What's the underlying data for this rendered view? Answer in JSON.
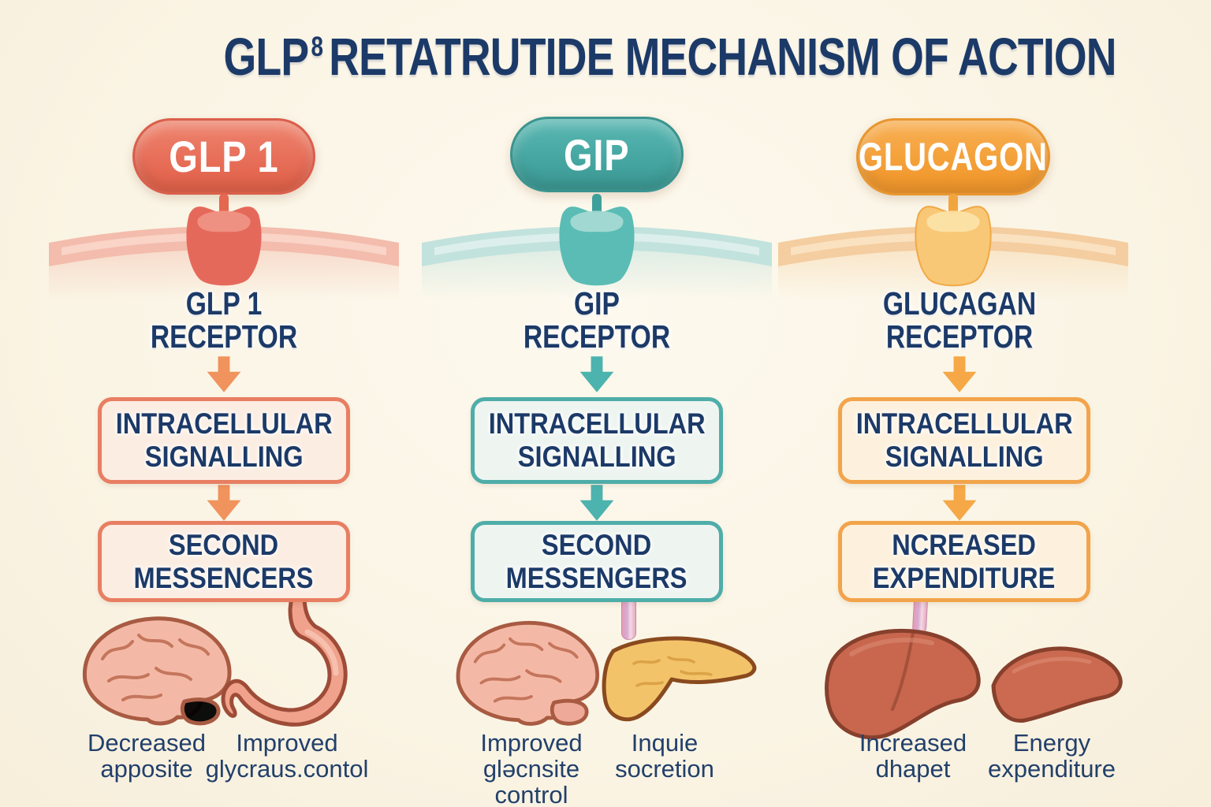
{
  "title": {
    "pre": "GLP",
    "sup": "8",
    "post": "RETATRUTIDE MECHANISM OF ACTION"
  },
  "colors": {
    "background": "#FBF5E7",
    "text_navy": "#1C3A68",
    "glp1_accent": "#E8705A",
    "gip_accent": "#4AACA8",
    "glucagon_accent": "#F5A33C"
  },
  "columns": [
    {
      "id": "glp1",
      "pill_label": "GLP 1",
      "receptor_lines": [
        "GLP 1",
        "RECEPTOR"
      ],
      "signalling_lines": [
        "INTRACELLULAR",
        "SIGNALLING"
      ],
      "output_lines": [
        "SECOND",
        "MESSENCERS"
      ],
      "organs": [
        "brain-icon",
        "stomach-icon"
      ],
      "outcomes": [
        {
          "lines": [
            "Decreased",
            "apposite"
          ]
        },
        {
          "lines": [
            "Improved",
            "glycraus.contol"
          ]
        }
      ]
    },
    {
      "id": "gip",
      "pill_label": "GIP",
      "receptor_lines": [
        "GIP",
        "RECEPTOR"
      ],
      "signalling_lines": [
        "INTRACELLULAR",
        "SIGNALLING"
      ],
      "output_lines": [
        "SECOND",
        "MESSENGERS"
      ],
      "organs": [
        "brain-icon",
        "pancreas-icon"
      ],
      "outcomes": [
        {
          "lines": [
            "Improved",
            "glǝcnsite",
            "control"
          ]
        },
        {
          "lines": [
            "Inquie",
            "socretion"
          ]
        }
      ]
    },
    {
      "id": "glucagon",
      "pill_label": "GLUCAGON",
      "receptor_lines": [
        "GLUCAGAN",
        "RECEPTOR"
      ],
      "signalling_lines": [
        "INTRACELLULAR",
        "SIGNALLING"
      ],
      "output_lines": [
        "NCREASED",
        "EXPENDITURE"
      ],
      "organs": [
        "liver-icon",
        "liver-icon"
      ],
      "outcomes": [
        {
          "lines": [
            "Increased",
            "dhapet"
          ]
        },
        {
          "lines": [
            "Energy",
            "expenditure"
          ]
        }
      ]
    }
  ]
}
